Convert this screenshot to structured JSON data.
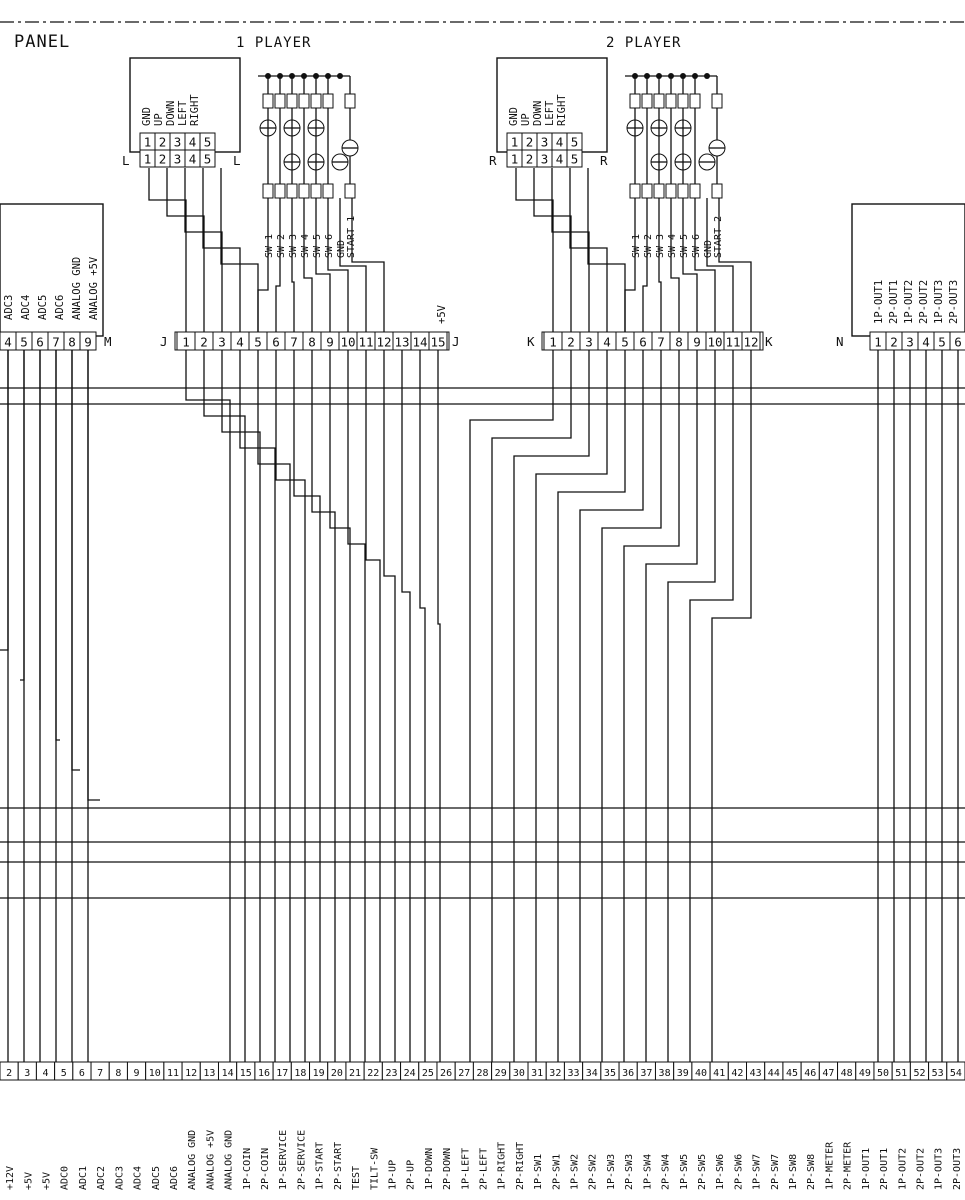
{
  "title": "PANEL",
  "player1": {
    "title": "1 PLAYER",
    "stick_labels": [
      "GND",
      "UP",
      "DOWN",
      "LEFT",
      "RIGHT"
    ],
    "stick_pins": [
      "1",
      "2",
      "3",
      "4",
      "5"
    ],
    "stick_connector": "L",
    "switch_labels": [
      "SW 1",
      "SW 2",
      "SW 3",
      "SW 4",
      "SW 5",
      "SW 6",
      "GND",
      "START 1"
    ]
  },
  "player2": {
    "title": "2 PLAYER",
    "stick_labels": [
      "GND",
      "UP",
      "DOWN",
      "LEFT",
      "RIGHT"
    ],
    "stick_pins": [
      "1",
      "2",
      "3",
      "4",
      "5"
    ],
    "stick_connector": "R",
    "switch_labels": [
      "SW 1",
      "SW 2",
      "SW 3",
      "SW 4",
      "SW 5",
      "SW 6",
      "GND",
      "START 2"
    ]
  },
  "conn_m": {
    "name": "M",
    "pins": [
      "4",
      "5",
      "6",
      "7",
      "8",
      "9"
    ],
    "labels": [
      "ADC3",
      "ADC4",
      "ADC5",
      "ADC6",
      "ANALOG GND",
      "ANALOG +5V"
    ]
  },
  "conn_j": {
    "name": "J",
    "pins": [
      "1",
      "2",
      "3",
      "4",
      "5",
      "6",
      "7",
      "8",
      "9",
      "10",
      "11",
      "12",
      "13",
      "14",
      "15"
    ],
    "plus5v_label": "+5V"
  },
  "conn_k": {
    "name": "K",
    "pins": [
      "1",
      "2",
      "3",
      "4",
      "5",
      "6",
      "7",
      "8",
      "9",
      "10",
      "11",
      "12"
    ]
  },
  "conn_n": {
    "name": "N",
    "pins": [
      "1",
      "2",
      "3",
      "4",
      "5",
      "6"
    ],
    "labels": [
      "1P-OUT1",
      "2P-OUT1",
      "1P-OUT2",
      "2P-OUT2",
      "1P-OUT3",
      "2P-OUT3"
    ]
  },
  "bottom": {
    "pins": [
      "2",
      "3",
      "4",
      "5",
      "6",
      "7",
      "8",
      "9",
      "10",
      "11",
      "12",
      "13",
      "14",
      "15",
      "16",
      "17",
      "18",
      "19",
      "20",
      "21",
      "22",
      "23",
      "24",
      "25",
      "26",
      "27",
      "28",
      "29",
      "30",
      "31",
      "32",
      "33",
      "34",
      "35",
      "36",
      "37",
      "38",
      "39",
      "40",
      "41",
      "42",
      "43",
      "44",
      "45",
      "46",
      "47",
      "48",
      "49",
      "50",
      "51",
      "52",
      "53",
      "54"
    ],
    "labels": [
      "+12V",
      "+5V",
      "+5V",
      "ADC0",
      "ADC1",
      "ADC2",
      "ADC3",
      "ADC4",
      "ADC5",
      "ADC6",
      "ANALOG GND",
      "ANALOG +5V",
      "ANALOG GND",
      "1P-COIN",
      "2P-COIN",
      "1P-SERVICE",
      "2P-SERVICE",
      "1P-START",
      "2P-START",
      "TEST",
      "TILT-SW",
      "1P-UP",
      "2P-UP",
      "1P-DOWN",
      "2P-DOWN",
      "1P-LEFT",
      "2P-LEFT",
      "1P-RIGHT",
      "2P-RIGHT",
      "1P-SW1",
      "2P-SW1",
      "1P-SW2",
      "2P-SW2",
      "1P-SW3",
      "2P-SW3",
      "1P-SW4",
      "2P-SW4",
      "1P-SW5",
      "2P-SW5",
      "1P-SW6",
      "2P-SW6",
      "1P-SW7",
      "2P-SW7",
      "1P-SW8",
      "2P-SW8",
      "1P-METER",
      "2P-METER",
      "1P-OUT1",
      "2P-OUT1",
      "1P-OUT2",
      "2P-OUT2",
      "1P-OUT3",
      "2P-OUT3"
    ]
  }
}
